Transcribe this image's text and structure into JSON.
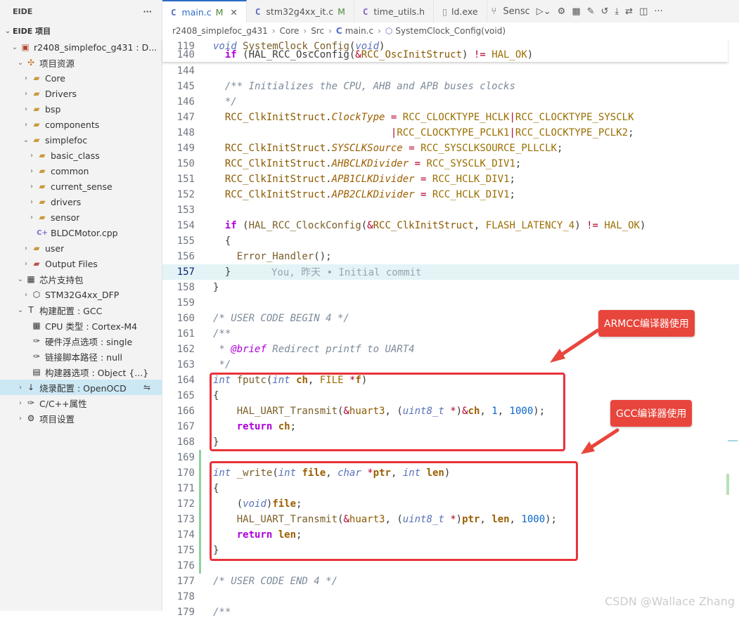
{
  "sidebar": {
    "header": "EIDE",
    "more_icon": "ellipsis-icon",
    "section": "EIDE 项目",
    "items": [
      {
        "label": "r2408_simplefoc_g431 : D...",
        "indent": 1,
        "chevron": "down",
        "icon": "project-icon"
      },
      {
        "label": "项目资源",
        "indent": 2,
        "chevron": "down",
        "icon": "resource-icon"
      },
      {
        "label": "Core",
        "indent": 3,
        "chevron": "right",
        "icon": "folder-icon"
      },
      {
        "label": "Drivers",
        "indent": 3,
        "chevron": "right",
        "icon": "folder-icon"
      },
      {
        "label": "bsp",
        "indent": 3,
        "chevron": "right",
        "icon": "folder-icon"
      },
      {
        "label": "components",
        "indent": 3,
        "chevron": "right",
        "icon": "folder-icon"
      },
      {
        "label": "simplefoc",
        "indent": 3,
        "chevron": "down",
        "icon": "folder-icon"
      },
      {
        "label": "basic_class",
        "indent": 4,
        "chevron": "right",
        "icon": "folder-icon"
      },
      {
        "label": "common",
        "indent": 4,
        "chevron": "right",
        "icon": "folder-icon"
      },
      {
        "label": "current_sense",
        "indent": 4,
        "chevron": "right",
        "icon": "folder-icon"
      },
      {
        "label": "drivers",
        "indent": 4,
        "chevron": "right",
        "icon": "folder-icon"
      },
      {
        "label": "sensor",
        "indent": 4,
        "chevron": "right",
        "icon": "folder-icon"
      },
      {
        "label": "BLDCMotor.cpp",
        "indent": 4,
        "chevron": "",
        "icon": "cpp-file-icon"
      },
      {
        "label": "user",
        "indent": 3,
        "chevron": "right",
        "icon": "folder-icon"
      },
      {
        "label": "Output Files",
        "indent": 3,
        "chevron": "right",
        "icon": "output-folder-icon"
      },
      {
        "label": "芯片支持包",
        "indent": 2,
        "chevron": "down",
        "icon": "chip-icon"
      },
      {
        "label": "STM32G4xx_DFP",
        "indent": 3,
        "chevron": "right",
        "icon": "package-icon"
      },
      {
        "label": "构建配置 : GCC",
        "indent": 2,
        "chevron": "down",
        "icon": "hammer-icon"
      },
      {
        "label": "CPU 类型 : Cortex-M4",
        "indent": 3,
        "chevron": "",
        "icon": "cpu-icon"
      },
      {
        "label": "硬件浮点选项 : single",
        "indent": 3,
        "chevron": "",
        "icon": "wrench-icon"
      },
      {
        "label": "链接脚本路径 : null",
        "indent": 3,
        "chevron": "",
        "icon": "wrench-icon"
      },
      {
        "label": "构建器选项 : Object {...}",
        "indent": 3,
        "chevron": "",
        "icon": "settings-file-icon"
      },
      {
        "label": "烧录配置 : OpenOCD",
        "indent": 2,
        "chevron": "right",
        "icon": "download-icon",
        "selected": true,
        "right_icon": "swap-icon"
      },
      {
        "label": "C/C++属性",
        "indent": 2,
        "chevron": "right",
        "icon": "wrench-icon"
      },
      {
        "label": "项目设置",
        "indent": 2,
        "chevron": "right",
        "icon": "gear-icon"
      }
    ]
  },
  "tabs": [
    {
      "label": "main.c",
      "modified": "M",
      "active": true
    },
    {
      "label": "stm32g4xx_it.c",
      "modified": "M",
      "active": false
    },
    {
      "label": "time_utils.h",
      "modified": "",
      "active": false
    },
    {
      "label": "ld.exe",
      "modified": "",
      "active": false
    }
  ],
  "toolbar_label": "Sensc",
  "breadcrumb": [
    "r2408_simplefoc_g431",
    "Core",
    "Src",
    "main.c",
    "SystemClock_Config(void)"
  ],
  "annotations": {
    "armcc": "ARMCC编译器使用",
    "gcc": "GCC编译器使用"
  },
  "blame": "You, 昨天 • Initial commit",
  "watermark": "CSDN @Wallace Zhang",
  "code_lines": [
    {
      "n": "119",
      "html": "<span class='t'>void</span> <span class='f'>SystemClock_Config</span>(<span class='t'>void</span>)"
    },
    {
      "n": "140",
      "html": "  <span class='k'>if</span> (HAL_RCC_OscConfig(<span class='s'>&amp;</span><span class='v'>RCC_OscInitStruct</span>) <span class='s'>!=</span> <span class='m'>HAL_OK</span>)"
    },
    {
      "n": "144",
      "html": ""
    },
    {
      "n": "145",
      "html": "  <span class='cm'>/** Initializes the CPU, AHB and APB buses clocks</span>"
    },
    {
      "n": "146",
      "html": "  <span class='cm'>*/</span>"
    },
    {
      "n": "147",
      "html": "  <span class='v'>RCC_ClkInitStruct</span>.<span class='p'>ClockType</span> <span class='s'>=</span> <span class='m'>RCC_CLOCKTYPE_HCLK</span><span class='s'>|</span><span class='m'>RCC_CLOCKTYPE_SYSCLK</span>"
    },
    {
      "n": "148",
      "html": "                              <span class='s'>|</span><span class='m'>RCC_CLOCKTYPE_PCLK1</span><span class='s'>|</span><span class='m'>RCC_CLOCKTYPE_PCLK2</span>;"
    },
    {
      "n": "149",
      "html": "  <span class='v'>RCC_ClkInitStruct</span>.<span class='p'>SYSCLKSource</span> <span class='s'>=</span> <span class='m'>RCC_SYSCLKSOURCE_PLLCLK</span>;"
    },
    {
      "n": "150",
      "html": "  <span class='v'>RCC_ClkInitStruct</span>.<span class='p'>AHBCLKDivider</span> <span class='s'>=</span> <span class='m'>RCC_SYSCLK_DIV1</span>;"
    },
    {
      "n": "151",
      "html": "  <span class='v'>RCC_ClkInitStruct</span>.<span class='p'>APB1CLKDivider</span> <span class='s'>=</span> <span class='m'>RCC_HCLK_DIV1</span>;"
    },
    {
      "n": "152",
      "html": "  <span class='v'>RCC_ClkInitStruct</span>.<span class='p'>APB2CLKDivider</span> <span class='s'>=</span> <span class='m'>RCC_HCLK_DIV1</span>;"
    },
    {
      "n": "153",
      "html": ""
    },
    {
      "n": "154",
      "html": "  <span class='k'>if</span> (<span class='f'>HAL_RCC_ClockConfig</span>(<span class='s'>&amp;</span><span class='v'>RCC_ClkInitStruct</span>, <span class='m'>FLASH_LATENCY_4</span>) <span class='s'>!=</span> <span class='m'>HAL_OK</span>)"
    },
    {
      "n": "155",
      "html": "  {"
    },
    {
      "n": "156",
      "html": "    <span class='f'>Error_Handler</span>();"
    },
    {
      "n": "157",
      "html": "  }"
    },
    {
      "n": "158",
      "html": "}"
    },
    {
      "n": "159",
      "html": ""
    },
    {
      "n": "160",
      "html": "<span class='cm'>/* USER CODE BEGIN 4 */</span>"
    },
    {
      "n": "161",
      "html": "<span class='cm'>/**</span>"
    },
    {
      "n": "162",
      "html": "<span class='cm'> * <span style='color:#af00db'>@brief</span> Redirect printf to UART4</span>"
    },
    {
      "n": "163",
      "html": "<span class='cm'> */</span>"
    },
    {
      "n": "164",
      "html": "<span class='t'>int</span> <span class='f'>fputc</span>(<span class='t'>int</span> <span class='param'>ch</span>, <span class='m'>FILE</span> <span class='s'>*</span><span class='param'>f</span>)"
    },
    {
      "n": "165",
      "html": "{"
    },
    {
      "n": "166",
      "html": "    <span class='f'>HAL_UART_Transmit</span>(<span class='s'>&amp;</span><span class='v'>huart3</span>, (<span class='t'>uint8_t</span> <span class='s'>*</span>)<span class='s'>&amp;</span><span class='param'>ch</span>, <span class='n'>1</span>, <span class='n'>1000</span>);"
    },
    {
      "n": "167",
      "html": "    <span class='k'>return</span> <span class='param'>ch</span>;"
    },
    {
      "n": "168",
      "html": "}"
    },
    {
      "n": "169",
      "html": ""
    },
    {
      "n": "170",
      "html": "<span class='t'>int</span> <span class='f'>_write</span>(<span class='t'>int</span> <span class='param'>file</span>, <span class='t'>char</span> <span class='s'>*</span><span class='param'>ptr</span>, <span class='t'>int</span> <span class='param'>len</span>)"
    },
    {
      "n": "171",
      "html": "{"
    },
    {
      "n": "172",
      "html": "    (<span class='t'>void</span>)<span class='param'>file</span>;"
    },
    {
      "n": "173",
      "html": "    <span class='f'>HAL_UART_Transmit</span>(<span class='s'>&amp;</span><span class='v'>huart3</span>, (<span class='t'>uint8_t</span> <span class='s'>*</span>)<span class='param'>ptr</span>, <span class='param'>len</span>, <span class='n'>1000</span>);"
    },
    {
      "n": "174",
      "html": "    <span class='k'>return</span> <span class='param'>len</span>;"
    },
    {
      "n": "175",
      "html": "}"
    },
    {
      "n": "176",
      "html": ""
    },
    {
      "n": "177",
      "html": "<span class='cm'>/* USER CODE END 4 */</span>"
    },
    {
      "n": "178",
      "html": ""
    },
    {
      "n": "179",
      "html": "<span class='cm'>/**</span>"
    }
  ]
}
